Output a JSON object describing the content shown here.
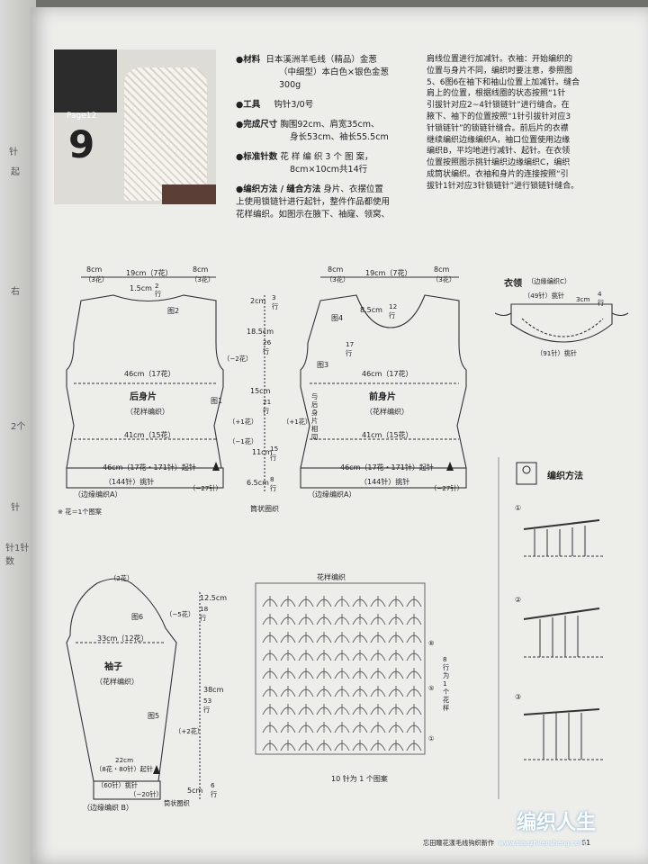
{
  "prev_page": {
    "marks": [
      "针",
      "起",
      "右",
      "2个",
      "针",
      "针1针数"
    ]
  },
  "photo": {
    "page_label": "Page12",
    "number": "9"
  },
  "info": {
    "materials_label": "●材料",
    "materials_line1": "日本溪洲羊毛线（精品）金葱",
    "materials_line2": "（中细型）本白色×银色金葱",
    "materials_line3": "300g",
    "tools_label": "●工具",
    "tools_value": "钩针3/0号",
    "size_label": "●完成尺寸",
    "size_line1": "胸围92cm、肩宽35cm、",
    "size_line2": "身长53cm、袖长55.5cm",
    "gauge_label": "●标准针数",
    "gauge_line1": "花 样 编 织 3 个 图 案，",
    "gauge_line2": "8cm×10cm共14行",
    "method_label": "●编织方法 / 缝合方法",
    "method_line1a": "身片、衣摆位置",
    "method_line2": "上使用锁链针进行起针，整件作品都使用",
    "method_line3": "花样编织。如图示在腋下、袖窿、领窝、",
    "right_col": [
      "肩线位置进行加减针。衣袖：开始编织的",
      "位置与身片不同，编织时要注意，参照图",
      "5、6图6在袖下和袖山位置上加减针。缝合",
      "肩上的位置，根据线圈的状态按照“1针",
      "引拔针对应2~4针锁链针”进行缝合。在",
      "腋下、袖下的位置按照“1针引拔针对应3",
      "针锁链针”的锁链针缝合。前后片的衣襟",
      "继续编织边缘编织A，袖口位置使用边缘",
      "编织B，平均地进行减针、起针。在衣领",
      "位置按照图示挑针编织边缘编织C，编织",
      "成筒状编织。衣袖和身片的连接按照“引",
      "拔针1针对应3针锁链针”进行锁链针缝合。"
    ]
  },
  "back": {
    "top_left": "8cm",
    "top_left2": "（3花）",
    "top_mid": "19cm（7花）",
    "top_right": "8cm",
    "top_right2": "（3花）",
    "neck": "1.5cm",
    "neck_rows": "2",
    "neck_unit": "行",
    "fig2": "图2",
    "shoulder_dec": "（−2花）",
    "width1": "46cm（17花）",
    "title": "后身片",
    "subtitle": "（花样编织）",
    "fig1": "图1",
    "inc": "（+1花）",
    "width2": "41cm（15花）",
    "dec": "（−1花）",
    "width3": "46cm（17花・171针）起针",
    "pick": "（144针）挑针",
    "pick_dec": "（−27针）",
    "edge": "（边缘编织A）",
    "note": "※ 花＝1个图案"
  },
  "mid": {
    "d1": "2cm",
    "d1_rows": "3",
    "d2": "18.5cm",
    "d2_rows": "26",
    "d3": "15cm",
    "d3_rows": "21",
    "d4": "11cm",
    "d4_rows": "15",
    "d5": "6.5cm",
    "d5_rows": "8",
    "unit": "行",
    "tube": "筒状圈织"
  },
  "front": {
    "top_left": "8cm",
    "top_left2": "（3花）",
    "top_mid": "19cm（7花）",
    "top_right": "8cm",
    "top_right2": "（3花）",
    "fig4": "图4",
    "neck": "8.5cm",
    "neck_rows": "12",
    "neck_rows2": "17",
    "unit": "行",
    "fig3": "图3",
    "width1": "46cm（17花）",
    "same": "与后身片相同",
    "title": "前身片",
    "subtitle": "（花样编织）",
    "inc": "（+1花）",
    "width2": "41cm（15花）",
    "width3": "46cm（17花・171针）起针",
    "pick": "（144针）挑针",
    "pick_dec": "（−27针）",
    "edge": "（边缘编织A）"
  },
  "collar": {
    "title": "衣领",
    "title2": "（边缘编织C）",
    "top": "（49针）挑针",
    "depth": "3cm",
    "depth_rows": "4",
    "unit": "行",
    "bottom": "（91针）挑针"
  },
  "method": {
    "title": "编织方法",
    "steps": [
      "①",
      "②",
      "③"
    ]
  },
  "sleeve": {
    "top": "（2花）",
    "fig6": "图6",
    "dec": "（−5花）",
    "width1": "33cm（12花）",
    "title": "袖子",
    "subtitle": "（花样编织）",
    "fig5": "图5",
    "inc": "（+2花）",
    "cuff": "22cm",
    "cuff_st": "（8花・80针）起针",
    "pick": "（60针）挑针",
    "pick_dec": "（−20针）",
    "edge": "（边缘编织 B）",
    "tube": "筒状圈织",
    "h1": "12.5cm",
    "h1_rows": "18",
    "h2": "38cm",
    "h2_rows": "53",
    "h3": "5cm",
    "h3_rows": "6",
    "unit": "行"
  },
  "chart": {
    "title": "花样编织",
    "repeat_label": "8行为1个花样",
    "bottom": "10 针为 1 个图案",
    "rows": [
      "⑧",
      "⑤",
      "①"
    ]
  },
  "footer": {
    "text": "忘田瞳花漾毛线钩织新作",
    "page": "61",
    "logo": "编织人生",
    "url": "www.bianzhirensheng.com"
  }
}
